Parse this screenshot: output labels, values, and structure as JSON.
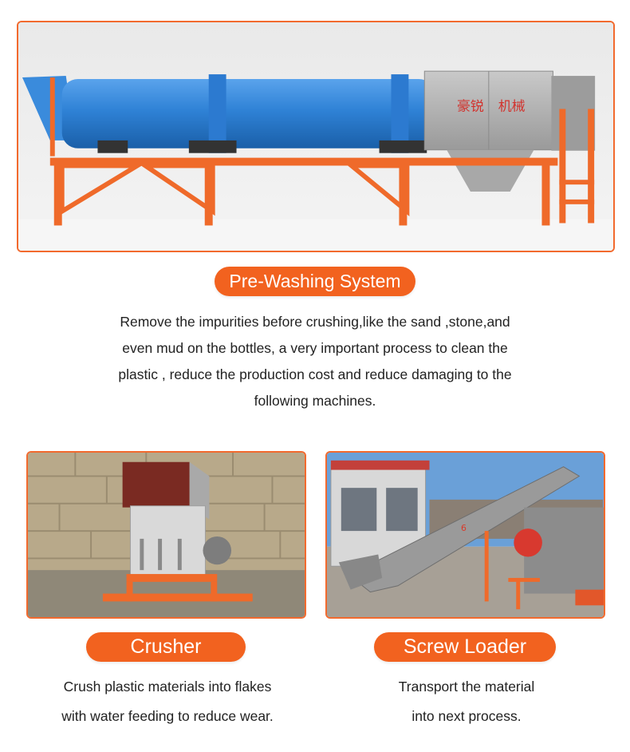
{
  "hero": {
    "machine_label_left": "豪锐",
    "machine_label_right": "机械"
  },
  "prewash": {
    "title": "Pre-Washing System",
    "description_lines": [
      "Remove the impurities before crushing,like the sand ,stone,and",
      "even mud on the bottles, a very important process to clean the",
      "plastic , reduce the production cost and reduce damaging to the",
      "following machines."
    ]
  },
  "crusher": {
    "title": "Crusher",
    "description_lines": [
      "Crush plastic materials into flakes",
      "with water feeding to reduce wear."
    ]
  },
  "screw_loader": {
    "title": "Screw Loader",
    "sign_text": "6",
    "description_lines": [
      "Transport the material",
      "into next process."
    ]
  },
  "colors": {
    "accent": "#f2621f",
    "frame_border": "#f26a2e",
    "drum_blue": "#2f82d6",
    "frame_orange": "#ef6a2a"
  }
}
